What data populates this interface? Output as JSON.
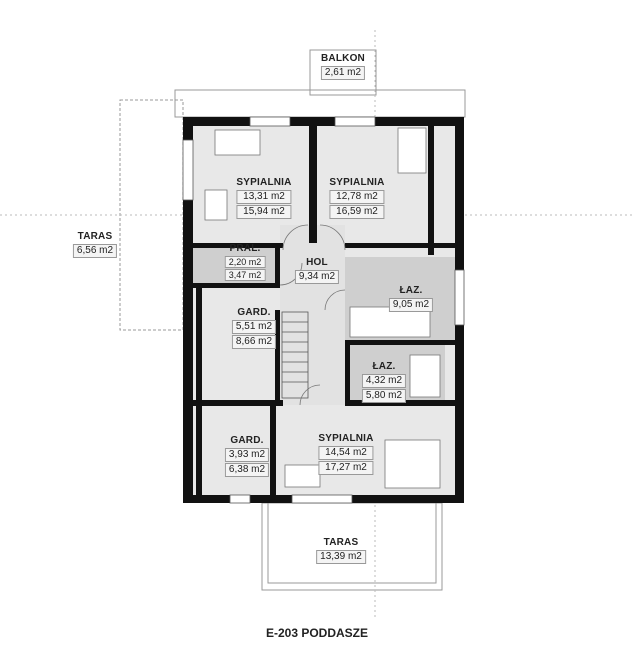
{
  "rooms": [
    {
      "name": "SYPIALNIA",
      "area": "13,31 m2",
      "area2": "15,94 m2"
    },
    {
      "name": "SYPIALNIA",
      "area": "12,78 m2",
      "area2": "16,59 m2"
    },
    {
      "name": "PRAL.",
      "area": "2,20 m2",
      "area2": "3,47 m2"
    },
    {
      "name": "HOL",
      "area": "9,34 m2"
    },
    {
      "name": "ŁAZ.",
      "area": "9,05 m2"
    },
    {
      "name": "GARD.",
      "area": "5,51 m2",
      "area2": "8,66 m2"
    },
    {
      "name": "ŁAZ.",
      "area": "4,32 m2",
      "area2": "5,80 m2"
    },
    {
      "name": "GARD.",
      "area": "3,93 m2",
      "area2": "6,38 m2"
    },
    {
      "name": "SYPIALNIA",
      "area": "14,54 m2",
      "area2": "17,27 m2"
    }
  ],
  "outdoor": [
    {
      "name": "BALKON",
      "area": "2,61 m2"
    },
    {
      "name": "TARAS",
      "area": "6,56 m2"
    },
    {
      "name": "TARAS",
      "area": "13,39 m2"
    }
  ],
  "caption": "E-203 PODDASZE",
  "colors": {
    "wall": "#111111",
    "floor": "#e8e8e8",
    "wet_room": "#d2d2d2"
  }
}
